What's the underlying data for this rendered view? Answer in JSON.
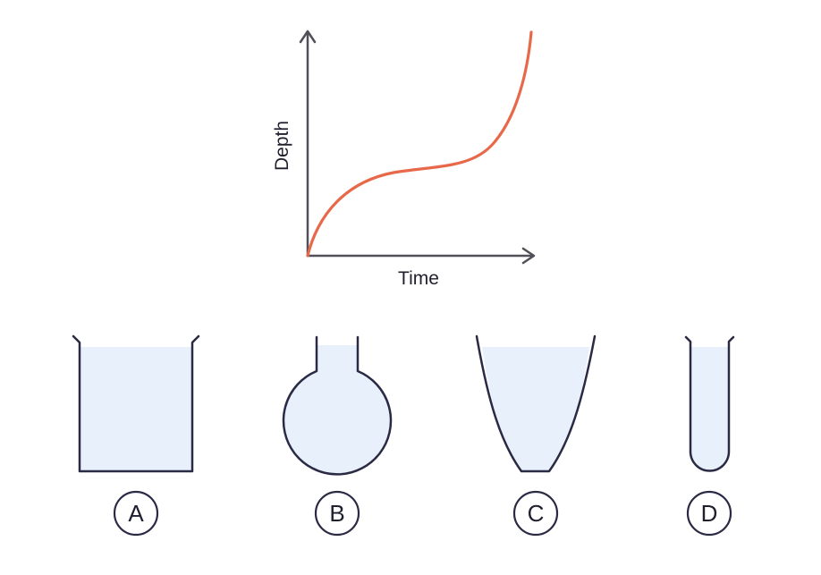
{
  "graph": {
    "y_label": "Depth",
    "x_label": "Time",
    "curve_color": "#e8694a",
    "axis_color": "#505058"
  },
  "options": [
    {
      "letter": "A",
      "shape": "beaker"
    },
    {
      "letter": "B",
      "shape": "round-bottom-flask"
    },
    {
      "letter": "C",
      "shape": "tapered-vessel"
    },
    {
      "letter": "D",
      "shape": "test-tube"
    }
  ],
  "colors": {
    "vessel_outline": "#2a2a44",
    "water_fill": "#e8f0fb"
  }
}
